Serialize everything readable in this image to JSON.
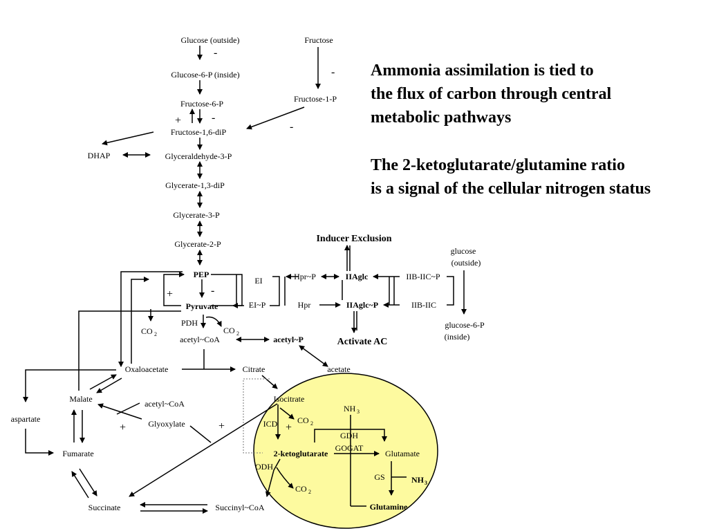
{
  "headline_1": [
    "Ammonia assimilation is tied to",
    "the flux of carbon through central",
    "metabolic pathways"
  ],
  "headline_2": [
    "The 2-ketoglutarate/glutamine ratio",
    "is a signal of the cellular nitrogen status"
  ],
  "colors": {
    "compartment_fill": "#fdfa9f",
    "ink": "#000000"
  },
  "labels": {
    "glucose_outside": "Glucose (outside)",
    "glucose_6p_inside": "Glucose-6-P (inside)",
    "fructose": "Fructose",
    "fructose_1p": "Fructose-1-P",
    "fructose_6p": "Fructose-6-P",
    "fructose_16dip": "Fructose-1,6-diP",
    "dhap": "DHAP",
    "glyceraldehyde_3p": "Glyceraldehyde-3-P",
    "glycerate_13dip": "Glycerate-1,3-diP",
    "glycerate_3p": "Glycerate-3-P",
    "glycerate_2p": "Glycerate-2-P",
    "pep": "PEP",
    "pyruvate": "Pyruvate",
    "ei": "EI",
    "ei_p": "EI~P",
    "hpr_p": "Hpr~P",
    "hpr": "Hpr",
    "iiaglc": "IIAglc",
    "iiaglc_p": "IIAglc~P",
    "iib_iic_p": "IIB-IIC~P",
    "iib_iic": "IIB-IIC",
    "glucose_small": "glucose",
    "outside_paren": "(outside)",
    "glucose_6p_small": "glucose-6-P",
    "inside_paren": "(inside)",
    "inducer_exclusion": "Inducer Exclusion",
    "activate_ac": "Activate AC",
    "pdh": "PDH",
    "co2_pdh": "CO",
    "co2_pep": "CO",
    "acetyl_coa": "acetyl~CoA",
    "acetyl_p": "acetyl~P",
    "acetate": "acetate",
    "oxaloacetate": "Oxaloacetate",
    "citrate": "Citrate",
    "isocitrate": "Isocitrate",
    "icd": "ICD",
    "co2_icd": "CO",
    "ketoglutarate": "2-ketoglutarate",
    "odh": "ODH",
    "co2_odh": "CO",
    "nh3_top": "NH",
    "gdh": "GDH",
    "gogat": "GOGAT",
    "glutamate": "Glutamate",
    "gs": "GS",
    "nh3_gs": "NH",
    "glutamine": "Glutamine",
    "malate": "Malate",
    "acetyl_coa_2": "acetyl~CoA",
    "glyoxylate": "Glyoxylate",
    "aspartate": "aspartate",
    "fumarate": "Fumarate",
    "succinate": "Succinate",
    "succinyl_coa": "Succinyl~CoA",
    "sub_2": "2",
    "sub_3": "3"
  },
  "signs": {
    "minus": "-",
    "plus": "+"
  }
}
